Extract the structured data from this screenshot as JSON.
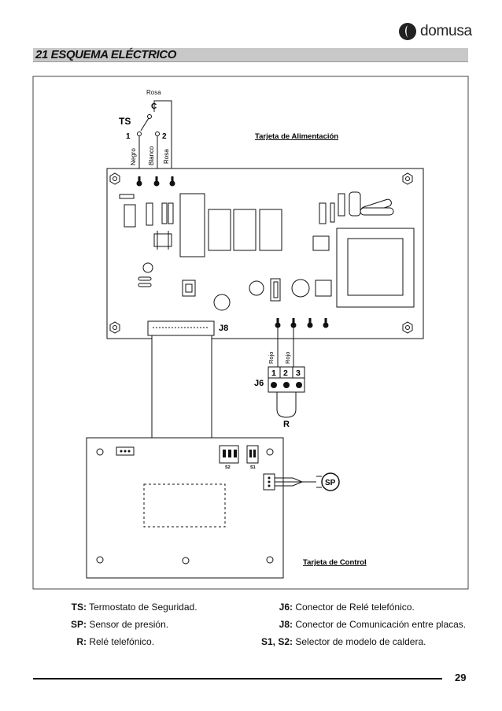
{
  "brand": {
    "name": "domusa"
  },
  "section": {
    "title": "21 ESQUEMA ELÉCTRICO"
  },
  "diagram": {
    "ts_label": "TS",
    "ts_common": "C",
    "ts_pin1": "1",
    "ts_pin2": "2",
    "wire_top": "Rosa",
    "wire_negro": "Negro",
    "wire_blanco": "Blanco",
    "wire_rosa": "Rosa",
    "power_board_title": "Tarjeta de Alimentación",
    "control_board_title": "Tarjeta de Control",
    "j8_top": "J8",
    "j8_bottom": "J8",
    "j6_label": "J6",
    "j6_pins": [
      "1",
      "2",
      "3"
    ],
    "wire_rojo_1": "Rojo",
    "wire_rojo_2": "Rojo",
    "relay_label": "R",
    "sp_label": "SP",
    "s2_label": "S2",
    "s1_label": "S1"
  },
  "legend": {
    "left": [
      {
        "key": "TS:",
        "desc": "Termostato de Seguridad."
      },
      {
        "key": "SP:",
        "desc": "Sensor de presión."
      },
      {
        "key": "R:",
        "desc": "Relé telefónico."
      }
    ],
    "right": [
      {
        "key": "J6:",
        "desc": "Conector de Relé telefónico."
      },
      {
        "key": "J8:",
        "desc": "Conector de Comunicación entre placas."
      },
      {
        "key": "S1, S2:",
        "desc": "Selector de modelo de caldera."
      }
    ]
  },
  "footer": {
    "page_number": "29"
  }
}
